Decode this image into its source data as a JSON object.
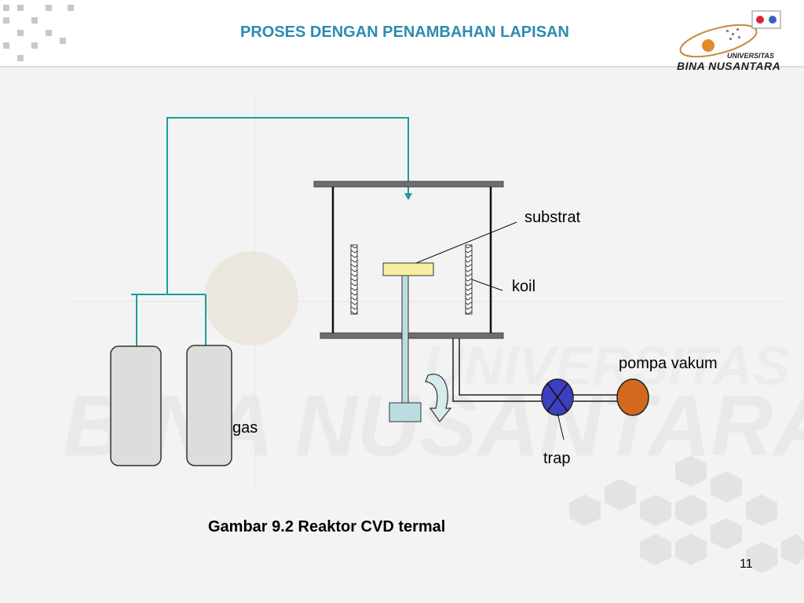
{
  "slide": {
    "title": "PROSES DENGAN PENAMBAHAN LAPISAN",
    "caption": "Gambar 9.2 Reaktor CVD termal",
    "page_number": "11"
  },
  "logo": {
    "line1": "UNIVERSITAS",
    "line2": "BINA NUSANTARA"
  },
  "diagram": {
    "labels": {
      "substrat": "substrat",
      "koil": "koil",
      "pompa": "pompa vakum",
      "gas": "gas",
      "trap": "trap"
    }
  },
  "colors": {
    "title": "#2e8bb0",
    "pipe": "#1f9c9c",
    "substrate": "#f5f0a0",
    "shaft": "#bcdde0",
    "pump": "#d2691e",
    "trap": "#3b3fc0",
    "cylinder": "#dcdedb"
  }
}
